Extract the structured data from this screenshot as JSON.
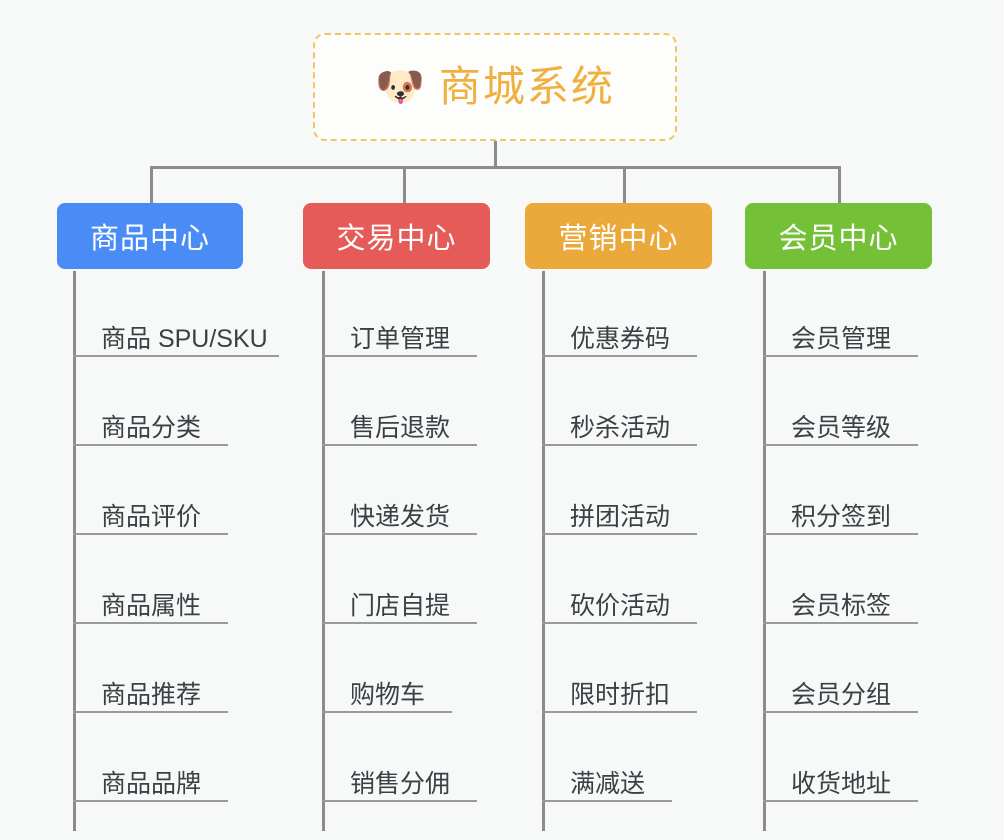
{
  "root": {
    "icon": "dog-face-emoji",
    "icon_glyph": "🐶",
    "title": "商城系统",
    "title_color": "#efb040",
    "border_color": "#f2c462",
    "background": "#fdfdfc"
  },
  "canvas": {
    "background": "#f7f8f8",
    "connector_color": "#8c8c8c"
  },
  "branches": [
    {
      "label": "商品中心",
      "color": "#4a8cf5",
      "items": [
        "商品 SPU/SKU",
        "商品分类",
        "商品评价",
        "商品属性",
        "商品推荐",
        "商品品牌"
      ]
    },
    {
      "label": "交易中心",
      "color": "#e55b57",
      "items": [
        "订单管理",
        "售后退款",
        "快递发货",
        "门店自提",
        "购物车",
        "销售分佣"
      ]
    },
    {
      "label": "营销中心",
      "color": "#eaa93a",
      "items": [
        "优惠券码",
        "秒杀活动",
        "拼团活动",
        "砍价活动",
        "限时折扣",
        "满减送"
      ]
    },
    {
      "label": "会员中心",
      "color": "#74c037",
      "items": [
        "会员管理",
        "会员等级",
        "积分签到",
        "会员标签",
        "会员分组",
        "收货地址"
      ]
    }
  ]
}
